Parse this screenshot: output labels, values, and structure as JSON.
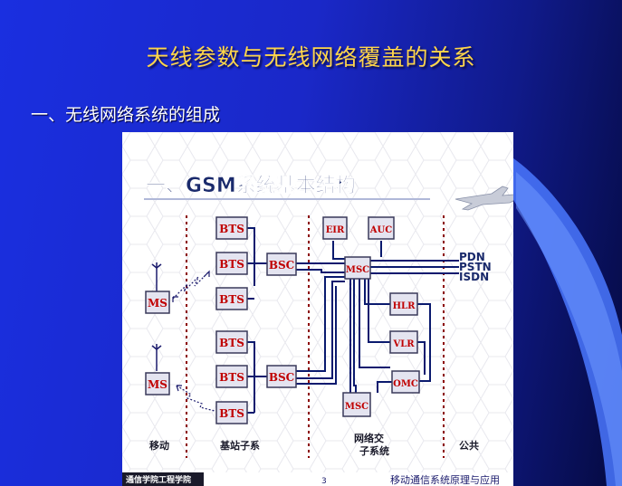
{
  "slide": {
    "title": "天线参数与无线网络覆盖的关系",
    "subtitle": "一、无线网络系统的组成"
  },
  "diagram": {
    "heading": "一、GSM系统基本结构",
    "bts_label": "BTS",
    "bsc_label": "BSC",
    "ms_label": "MS",
    "msc_label": "MSC",
    "eir_label": "EIR",
    "auc_label": "AUC",
    "hlr_label": "HLR",
    "vlr_label": "VLR",
    "omc_label": "OMC",
    "networks": [
      "PDN",
      "PSTN",
      "ISDN"
    ],
    "sections": {
      "mobile": "移动",
      "base_station": "基站子系",
      "switching_1": "网络交",
      "switching_2": "子系统",
      "public": "公共"
    },
    "footer_left": "通信学院工程学院",
    "footer_page": "3",
    "footer_right": "移动通信系统原理与应用"
  },
  "colors": {
    "slide_bg": "#1a2fe0",
    "title": "#ffd64a",
    "box_text": "#c00000",
    "line": "#0a1a6e",
    "divider": "#8b0000"
  }
}
